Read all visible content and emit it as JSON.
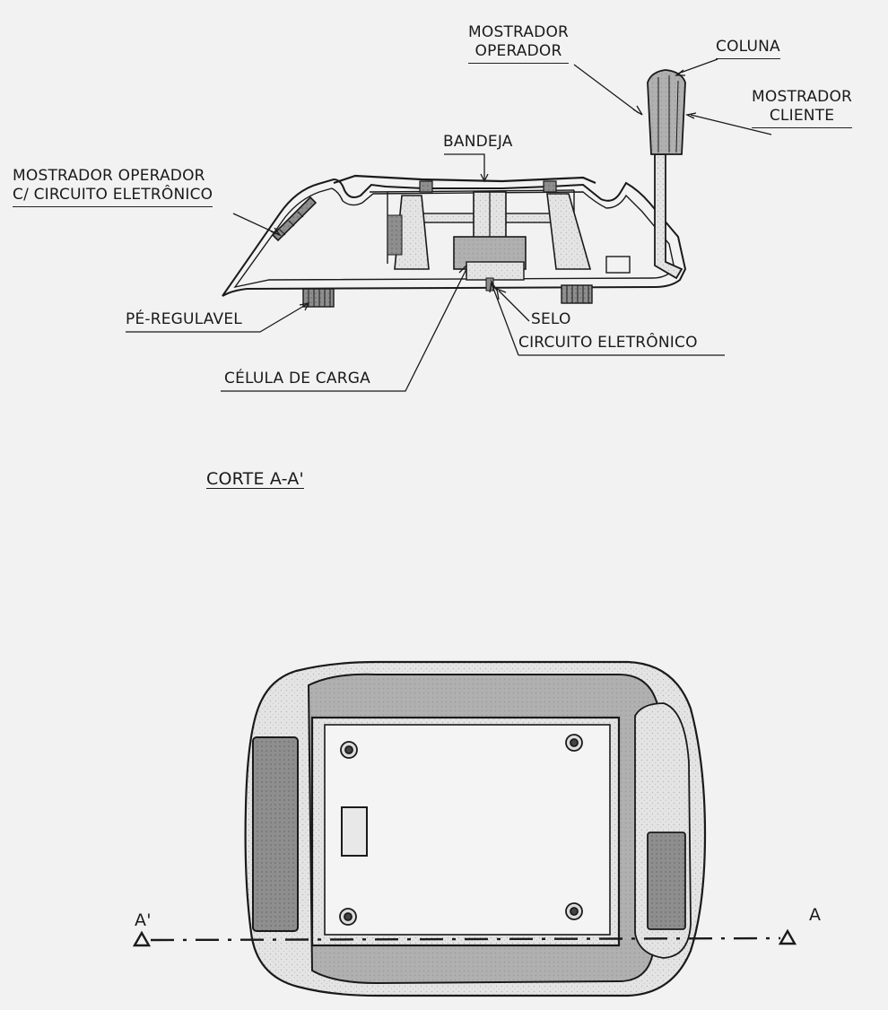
{
  "section_view": {
    "title": "CORTE  A-A'",
    "labels": {
      "mostrador_operador_top": [
        "MOSTRADOR",
        "OPERADOR"
      ],
      "coluna": "COLUNA",
      "mostrador_cliente": [
        "MOSTRADOR",
        "CLIENTE"
      ],
      "bandeja": "BANDEJA",
      "mostrador_operador_circuito": [
        "MOSTRADOR OPERADOR",
        "C/ CIRCUITO ELETRÔNICO"
      ],
      "pe_regulavel": "PÉ-REGULAVEL",
      "selo": "SELO",
      "circuito_eletronico": "CIRCUITO ELETRÔNICO",
      "celula_de_carga": "CÉLULA DE CARGA"
    }
  },
  "plan_view": {
    "section_marker_left": "A'",
    "section_marker_right": "A"
  },
  "colors": {
    "ink": "#1a1a1a",
    "hatch_fill": "#8a8a8a",
    "light_fill": "#d9d9d9",
    "paper": "#f2f2f2"
  }
}
